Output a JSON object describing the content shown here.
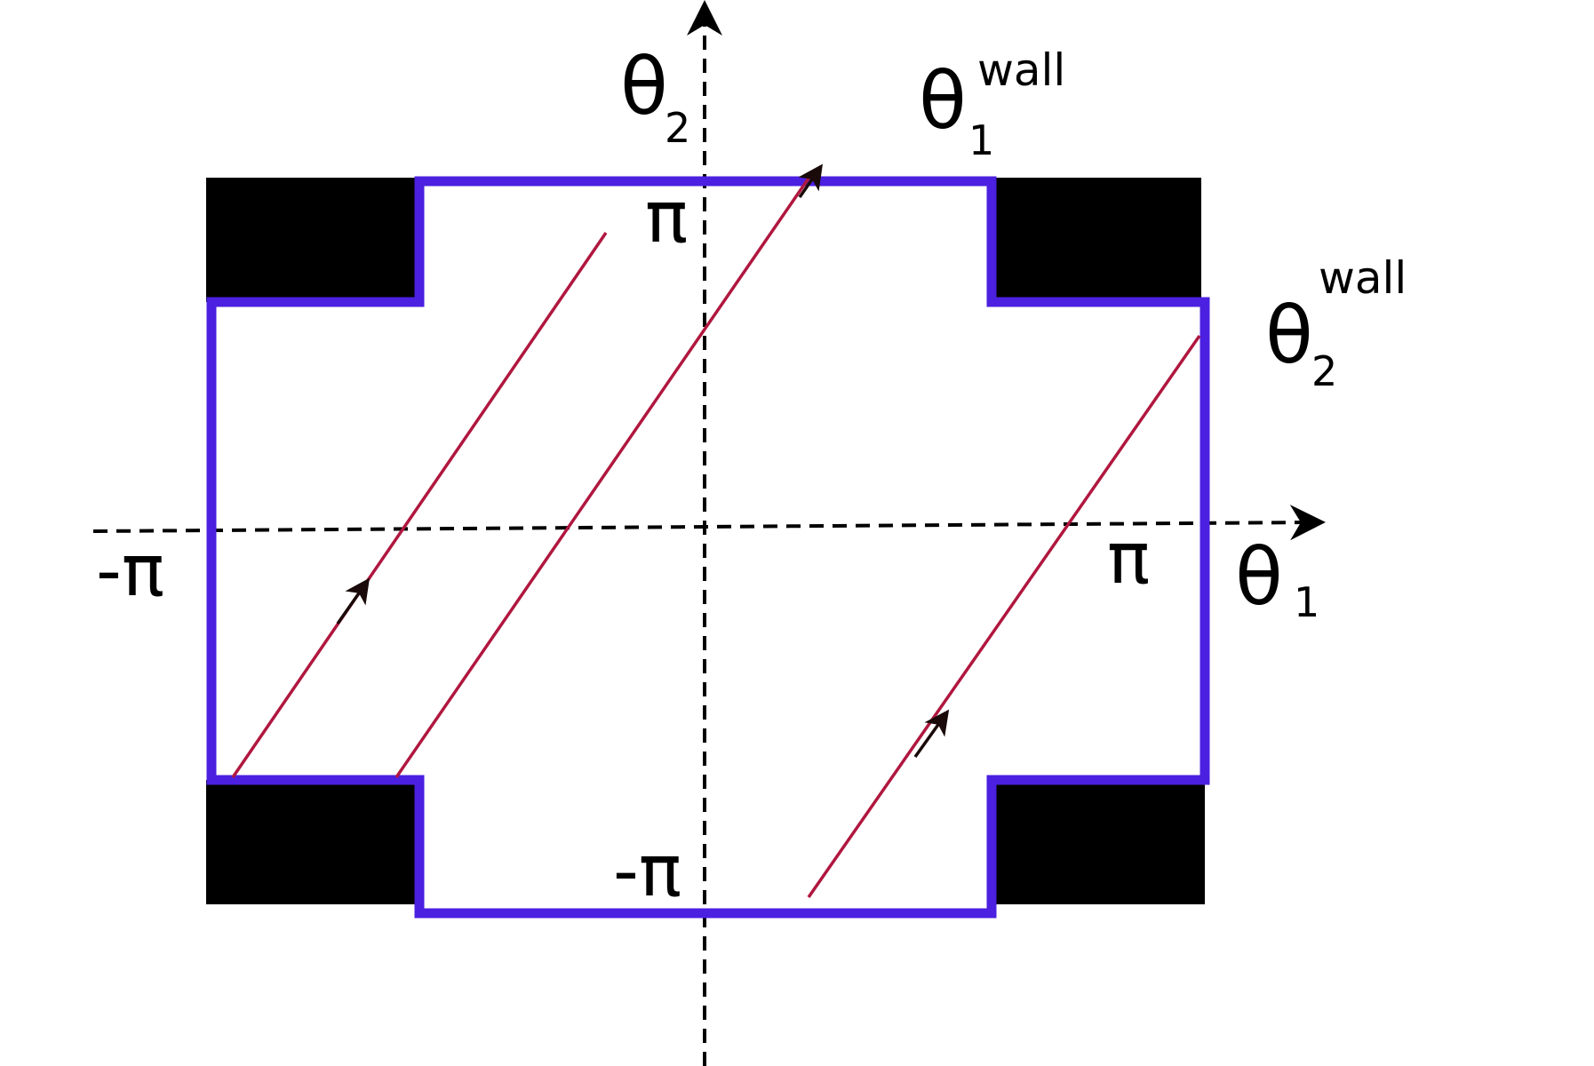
{
  "labels": {
    "axis_vertical": "θ",
    "axis_vertical_sub": "2",
    "axis_horizontal": "θ",
    "axis_horizontal_sub": "1",
    "wall1": "θ",
    "wall1_sub": "1",
    "wall1_sup": "wall",
    "wall2": "θ",
    "wall2_sub": "2",
    "wall2_sup": "wall",
    "pi_top": "π",
    "neg_pi_bottom": "-π",
    "neg_pi_left": "-π",
    "pi_right": "π"
  },
  "colors": {
    "boundary": "#4b20e0",
    "trajectory": "#b0173f",
    "obstacle": "#000000",
    "axis": "#000000"
  }
}
